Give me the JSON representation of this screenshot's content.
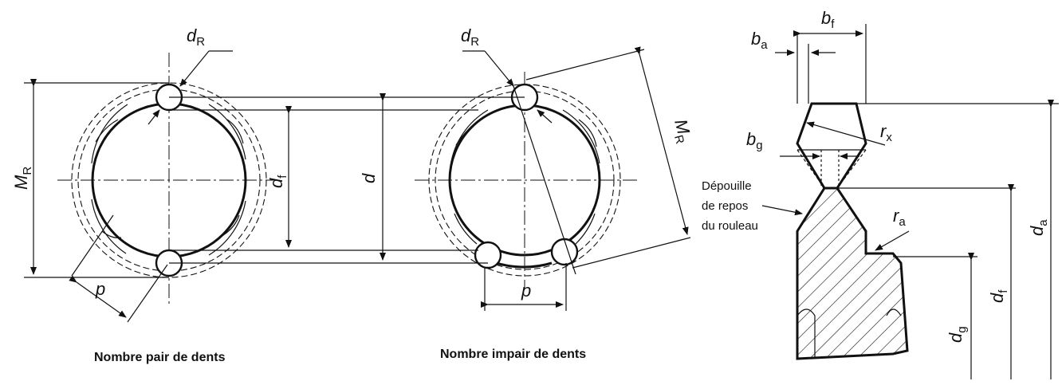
{
  "labels": {
    "dR": "d",
    "dR_sub": "R",
    "MR": "M",
    "MR_sub": "R",
    "df": "d",
    "df_sub": "f",
    "d": "d",
    "p": "p",
    "ba": "b",
    "ba_sub": "a",
    "bf": "b",
    "bf_sub": "f",
    "bg": "b",
    "bg_sub": "g",
    "rx": "r",
    "rx_sub": "x",
    "ra": "r",
    "ra_sub": "a",
    "da": "d",
    "da_sub": "a",
    "dg": "d",
    "dg_sub": "g"
  },
  "note": {
    "line1": "Dépouille",
    "line2": "de repos",
    "line3": "du rouleau"
  },
  "captions": {
    "even": "Nombre pair de dents",
    "odd": "Nombre impair de dents"
  }
}
